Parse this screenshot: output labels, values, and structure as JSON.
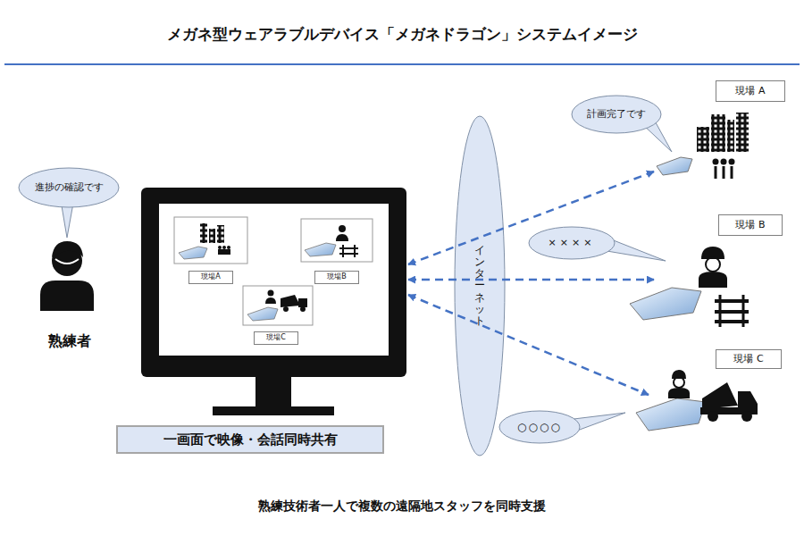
{
  "diagram": {
    "title": "メガネ型ウェアラブルデバイス「メガネドラゴン」システムイメージ",
    "caption": "熟練技術者一人で複数の遠隔地スタッフを同時支援",
    "nodes": [
      {
        "text": [
          "進捗の確認です"
        ]
      },
      {
        "text": [
          "現場A"
        ]
      },
      {
        "text": [
          "現場B"
        ]
      },
      {
        "text": [
          "現場C"
        ]
      },
      {
        "text": [
          "一画面で映像・会話同時共有"
        ]
      },
      {
        "text": [
          "インターネット"
        ]
      },
      {
        "text": [
          "現場 A"
        ]
      },
      {
        "text": [
          "計画完了です"
        ]
      },
      {
        "text": [
          "現場 B"
        ]
      },
      {
        "text": [
          "××××"
        ]
      },
      {
        "text": [
          "現場 C"
        ]
      },
      {
        "text": [
          "○○○○"
        ]
      }
    ],
    "labels": [
      "熟練者"
    ]
  }
}
